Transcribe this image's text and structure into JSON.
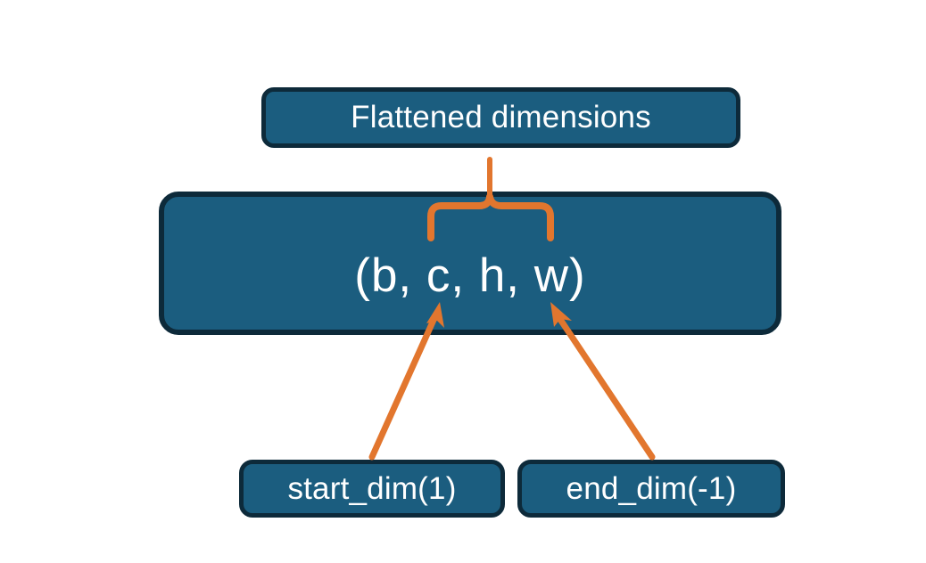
{
  "diagram": {
    "title_text": "Flattened dimensions",
    "background_color": "#ffffff",
    "node_fill_color": "#1b5d7f",
    "node_border_color": "#0d2a3a",
    "node_text_color": "#ffffff",
    "annotation_color": "#e2762e",
    "nodes": {
      "flattened_dimensions": "Flattened dimensions",
      "tensor_shape": "(b, c, h, w)",
      "start_dim": "start_dim(1)",
      "end_dim": "end_dim(-1)"
    },
    "annotations": {
      "brace_label": "brace spanning c through w",
      "start_dim_arrow_label": "arrow from start_dim(1) to c",
      "end_dim_arrow_label": "arrow from end_dim(-1) to w"
    }
  }
}
